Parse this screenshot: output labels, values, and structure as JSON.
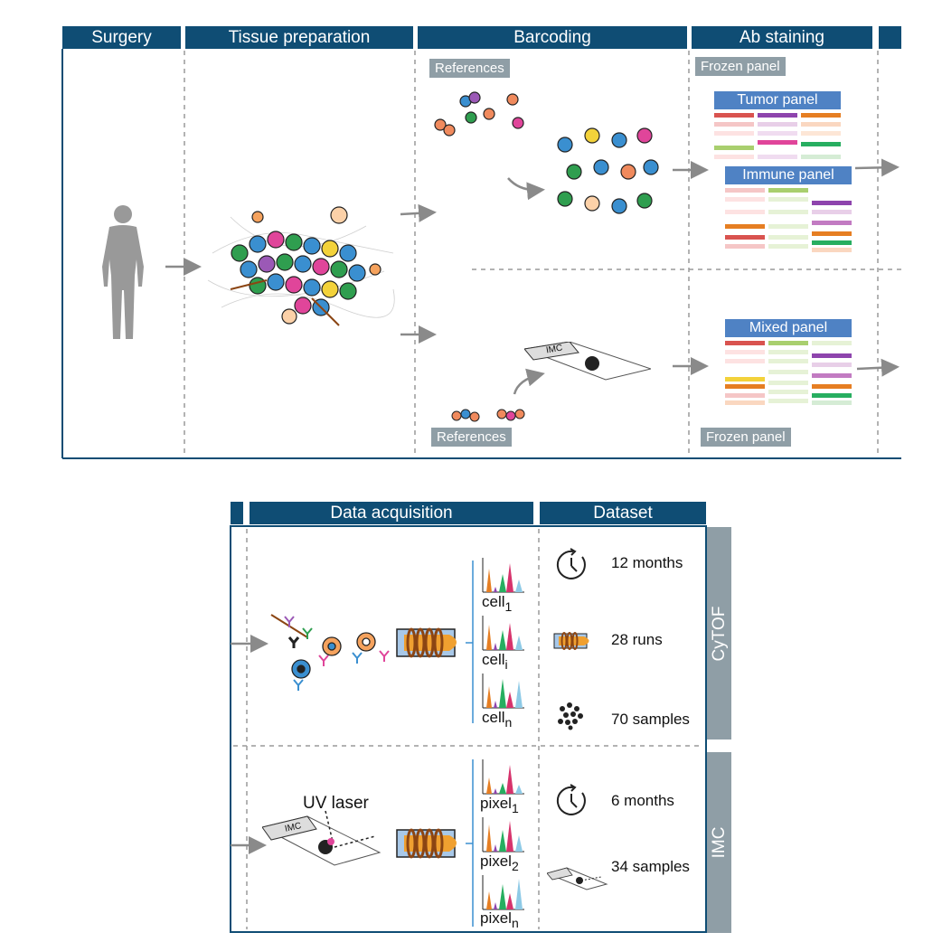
{
  "top_section": {
    "headers": [
      "Surgery",
      "Tissue preparation",
      "Barcoding",
      "Ab staining"
    ],
    "tags": {
      "references_top": "References",
      "references_bottom": "References",
      "frozen_panel_top": "Frozen panel",
      "frozen_panel_bottom": "Frozen panel"
    },
    "panels": {
      "tumor": "Tumor panel",
      "immune": "Immune panel",
      "mixed": "Mixed panel"
    },
    "slide_label": "IMC"
  },
  "bottom_section": {
    "headers": {
      "acquisition": "Data acquisition",
      "dataset": "Dataset"
    },
    "cytof": {
      "side_label": "CyTOF",
      "hist_labels": [
        {
          "base": "cell",
          "sub": "1"
        },
        {
          "base": "cell",
          "sub": "i"
        },
        {
          "base": "cell",
          "sub": "n"
        }
      ],
      "stats": {
        "time": "12 months",
        "runs": "28 runs",
        "samples": "70 samples"
      }
    },
    "imc": {
      "side_label": "IMC",
      "uv_label": "UV laser",
      "slide_label": "IMC",
      "hist_labels": [
        {
          "base": "pixel",
          "sub": "1"
        },
        {
          "base": "pixel",
          "sub": "2"
        },
        {
          "base": "pixel",
          "sub": "n"
        }
      ],
      "stats": {
        "time": "6 months",
        "samples": "34 samples"
      }
    }
  },
  "colors": {
    "header": "#0f4d74",
    "tag": "#8f9ea6",
    "panel_header": "#4f82c4",
    "arrow": "#8a8a8a"
  }
}
